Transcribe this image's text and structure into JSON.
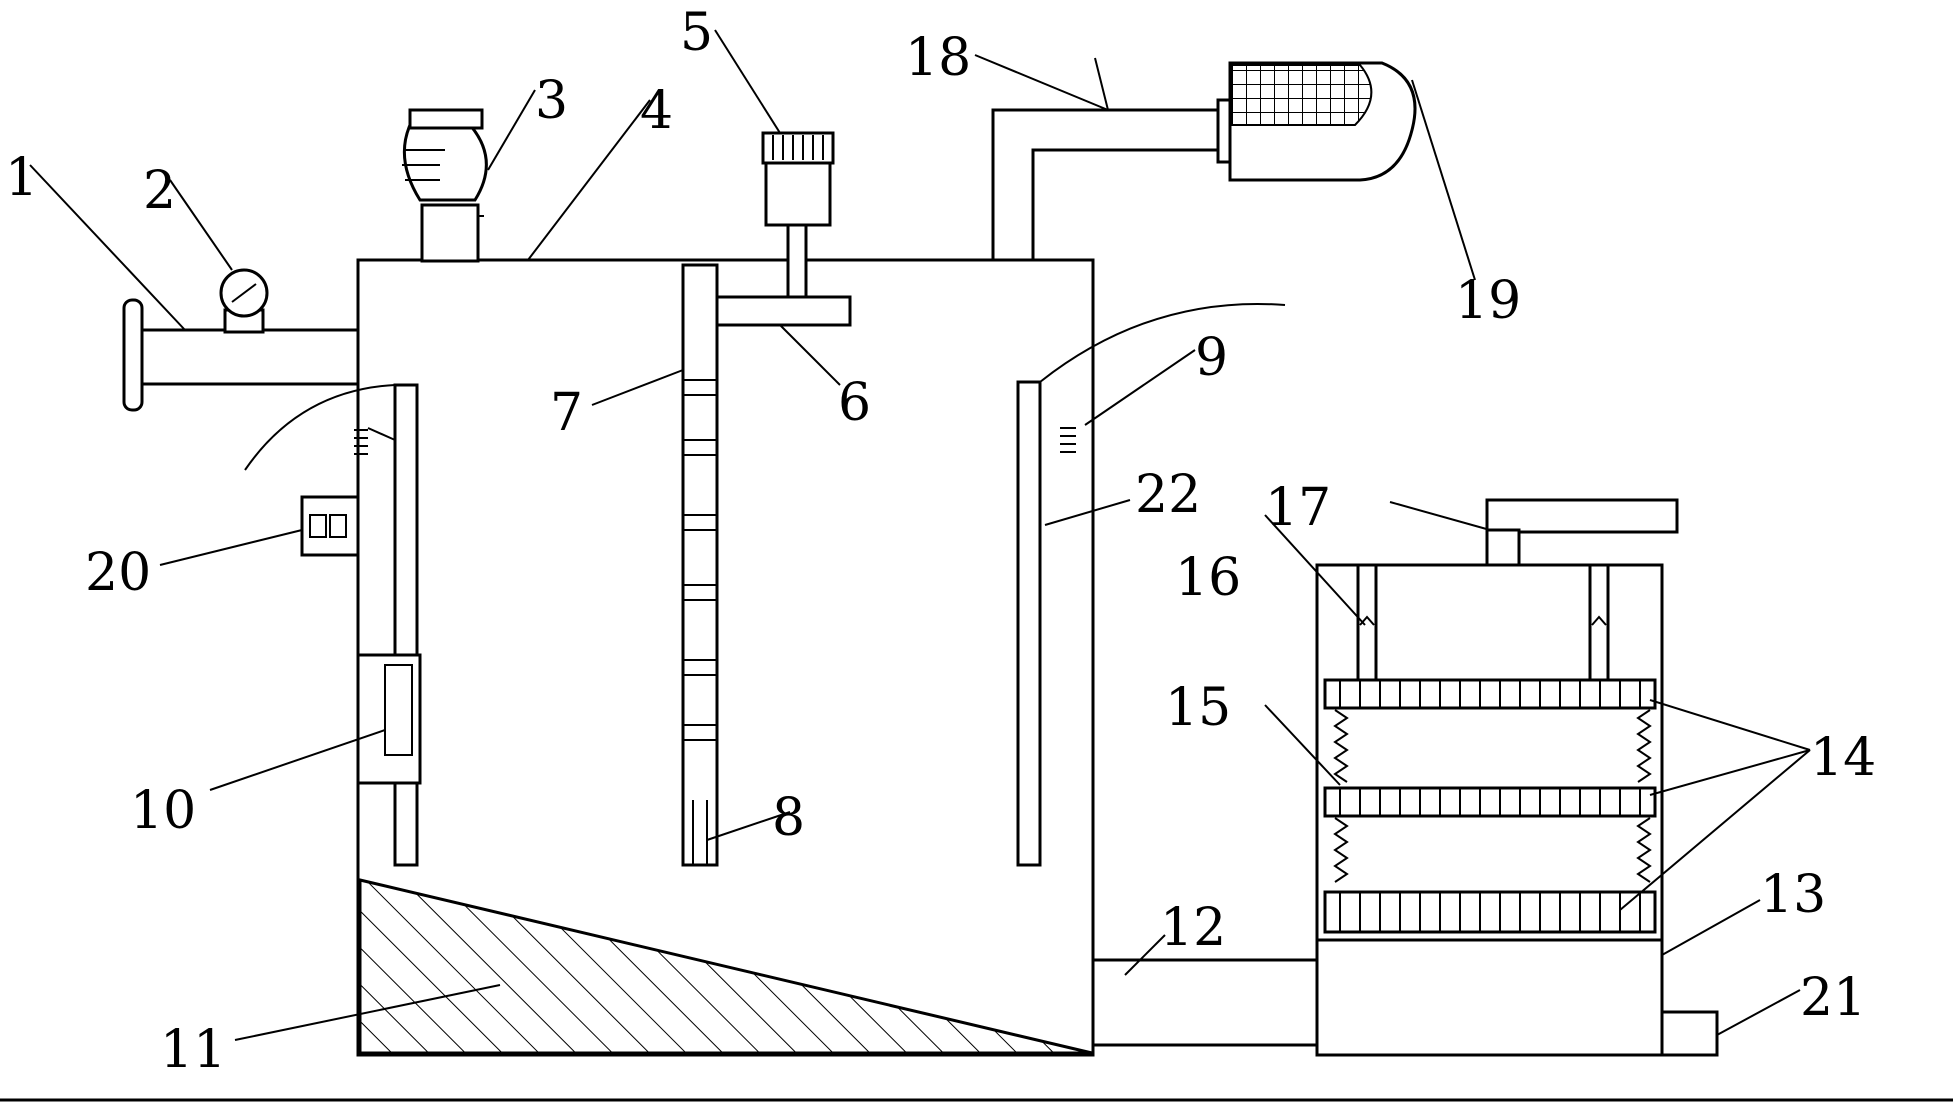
{
  "labels": {
    "l1": "1",
    "l2": "2",
    "l3": "3",
    "l4": "4",
    "l5": "5",
    "l6": "6",
    "l7": "7",
    "l8": "8",
    "l9": "9",
    "l10": "10",
    "l11": "11",
    "l12": "12",
    "l13": "13",
    "l14": "14",
    "l15": "15",
    "l16": "16",
    "l17": "17",
    "l18": "18",
    "l19": "19",
    "l20": "20",
    "l21": "21",
    "l22": "22"
  }
}
